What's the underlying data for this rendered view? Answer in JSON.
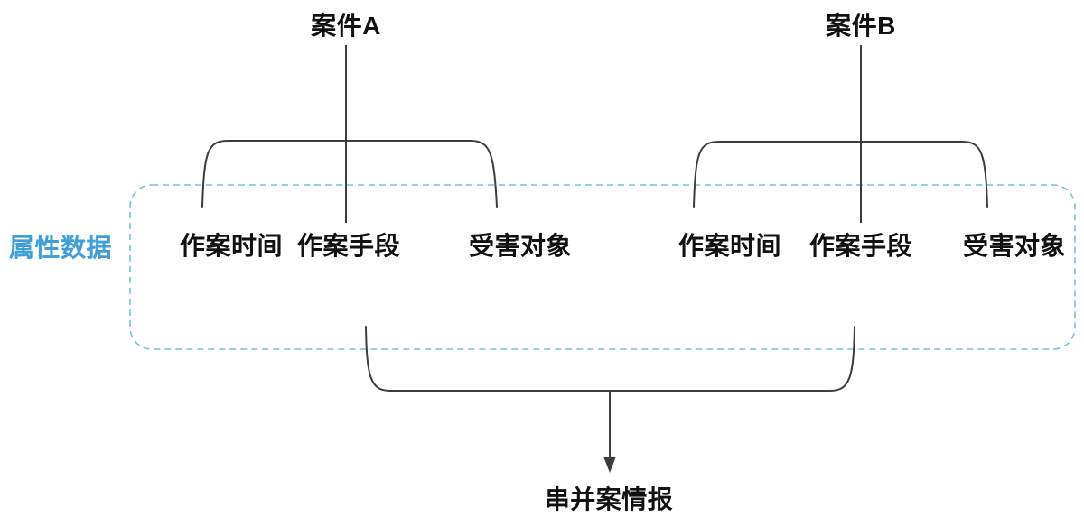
{
  "colors": {
    "background": "#ffffff",
    "line": "#3d3d3d",
    "text": "#111111",
    "accent_blue": "#3e9fd9",
    "dashed_border": "#72c4d2"
  },
  "diagram": {
    "case_a": {
      "title": "案件A",
      "attributes": [
        "作案时间",
        "作案手段",
        "受害对象"
      ]
    },
    "case_b": {
      "title": "案件B",
      "attributes": [
        "作案时间",
        "作案手段",
        "受害对象"
      ]
    },
    "region_label": "属性数据",
    "output_label": "串并案情报"
  }
}
